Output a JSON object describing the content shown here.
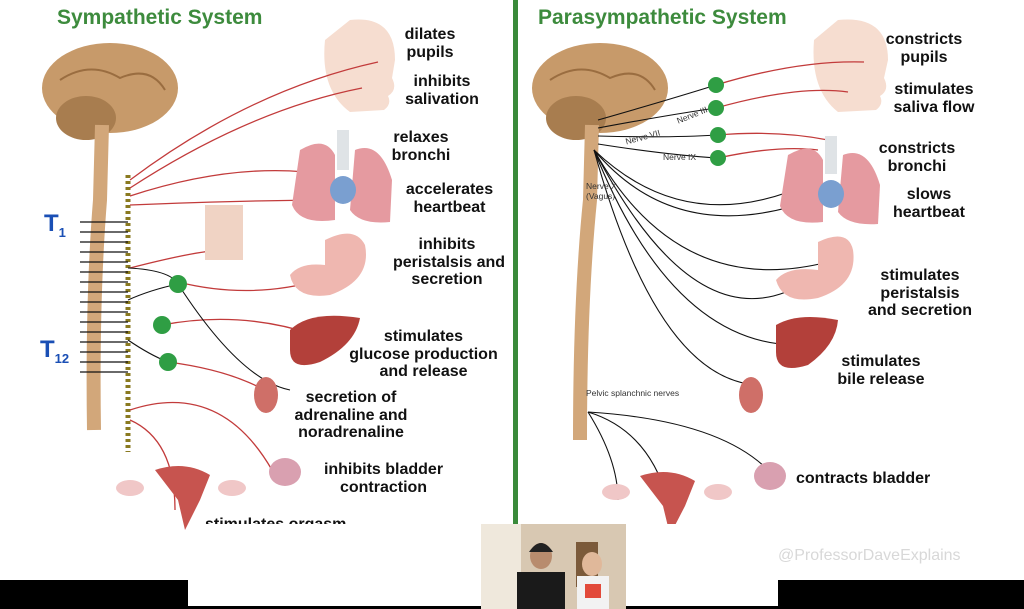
{
  "left": {
    "title": "Sympathetic System",
    "t_top": "T",
    "t_top_sub": "1",
    "t_bottom": "T",
    "t_bottom_sub": "12",
    "labels": {
      "pupils": [
        "dilates",
        "pupils"
      ],
      "saliva": [
        "inhibits",
        "salivation"
      ],
      "bronchi": [
        "relaxes",
        "bronchi"
      ],
      "heart": [
        "accelerates",
        "heartbeat"
      ],
      "stomach": [
        "inhibits",
        "peristalsis and",
        "secretion"
      ],
      "liver": [
        "stimulates",
        "glucose production",
        "and release"
      ],
      "adrenal": [
        "secretion of",
        "adrenaline and",
        "noradrenaline"
      ],
      "bladder": [
        "inhibits bladder",
        "contraction"
      ],
      "orgasm": "stimulates orgasm"
    }
  },
  "right": {
    "title": "Parasympathetic System",
    "nerves": {
      "n3": "Nerve III",
      "n7": "Nerve VII",
      "n9": "Nerve IX",
      "n10a": "Nerve X",
      "n10b": "(Vagus)",
      "pelvic": "Pelvic splanchnic nerves"
    },
    "labels": {
      "pupils": [
        "constricts",
        "pupils"
      ],
      "saliva": [
        "stimulates",
        "saliva flow"
      ],
      "bronchi": [
        "constricts",
        "bronchi"
      ],
      "heart": [
        "slows",
        "heartbeat"
      ],
      "stomach": [
        "stimulates",
        "peristalsis",
        "and secretion"
      ],
      "liver": [
        "stimulates",
        "bile release"
      ],
      "bladder": "contracts bladder"
    }
  },
  "watermark": "@ProfessorDaveExplains",
  "colors": {
    "title_green": "#3d8b3d",
    "divider": "#3a8a3a",
    "t_marker": "#1a4fb5",
    "nerve_red": "#c23b3b",
    "ganglion_green": "#2f9e44"
  }
}
